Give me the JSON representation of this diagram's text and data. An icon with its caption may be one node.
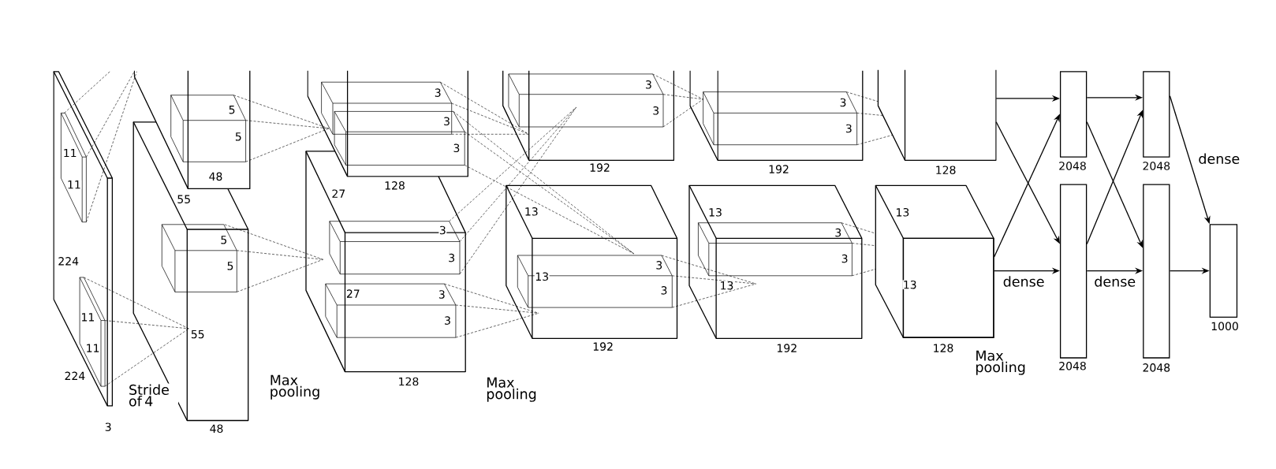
{
  "diagram": {
    "nodes": [
      {
        "text": [],
        "shape": "box",
        "beside": [
          "128"
        ]
      },
      {
        "text": [],
        "shape": "box",
        "beside": [
          "128"
        ]
      },
      {
        "text": [],
        "shape": "bar",
        "beside": [
          "2048"
        ]
      },
      {
        "text": [],
        "shape": "bar",
        "beside": [
          "2048"
        ]
      },
      {
        "text": [],
        "shape": "bar",
        "beside": [
          "2048"
        ]
      },
      {
        "text": [],
        "shape": "bar",
        "beside": [
          "2048"
        ]
      },
      {
        "text": [],
        "shape": "bar",
        "beside": [
          "1000"
        ]
      }
    ],
    "edges": [
      {
        "from": 0,
        "to": 2,
        "arrow": "to"
      },
      {
        "from": 0,
        "to": 3,
        "arrow": "to"
      },
      {
        "from": 1,
        "to": 2,
        "arrow": "to"
      },
      {
        "from": 1,
        "to": 3,
        "arrow": "to",
        "label": "dense"
      },
      {
        "from": 2,
        "to": 4,
        "arrow": "to"
      },
      {
        "from": 2,
        "to": 5,
        "arrow": "to"
      },
      {
        "from": 3,
        "to": 4,
        "arrow": "to"
      },
      {
        "from": 3,
        "to": 5,
        "arrow": "to",
        "label": "dense"
      },
      {
        "from": 4,
        "to": 6,
        "arrow": "to",
        "label": "dense"
      },
      {
        "from": 5,
        "to": 6,
        "arrow": "to"
      }
    ],
    "labels": [
      "11",
      "11",
      "224",
      "11",
      "11",
      "224",
      "Stride of 4",
      "3",
      "5",
      "5",
      "48",
      "55",
      "5",
      "5",
      "55",
      "48",
      "Max pooling",
      "3",
      "3",
      "3",
      "128",
      "27",
      "3",
      "3",
      "27",
      "3",
      "3",
      "128",
      "Max pooling",
      "3",
      "3",
      "192",
      "13",
      "13",
      "3",
      "3",
      "192",
      "3",
      "3",
      "192",
      "13",
      "3",
      "3",
      "13",
      "192",
      "13",
      "13",
      "Max pooling"
    ]
  }
}
